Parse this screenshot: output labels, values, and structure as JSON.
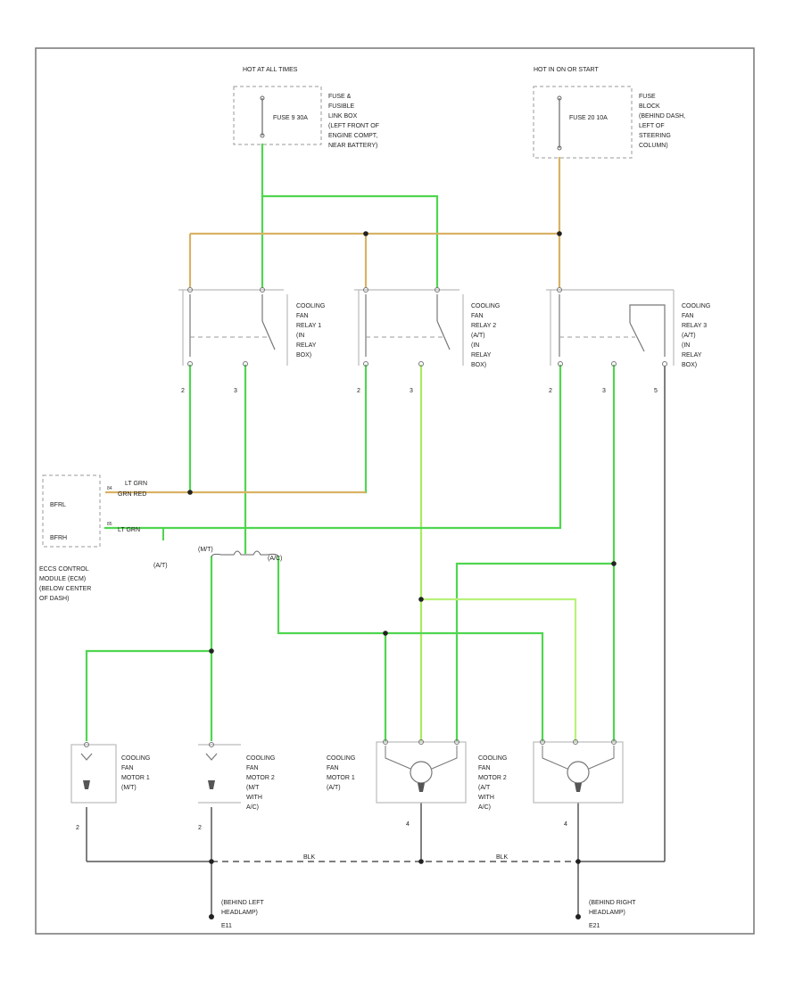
{
  "diagram": {
    "id_code": "",
    "fuse_left": {
      "hot": "HOT AT ALL TIMES",
      "fuse": "FUSE 9 30A",
      "desc": [
        "FUSE &",
        "FUSIBLE",
        "LINK BOX",
        "(LEFT FRONT OF",
        "ENGINE COMPT,",
        "NEAR BATTERY)"
      ]
    },
    "fuse_right": {
      "hot": "HOT IN ON OR START",
      "fuse": "FUSE 20 10A",
      "desc": [
        "FUSE",
        "BLOCK",
        "(BEHIND DASH,",
        "LEFT OF",
        "STEERING",
        "COLUMN)"
      ]
    },
    "relays": [
      {
        "name": [
          "COOLING",
          "FAN",
          "RELAY 1",
          "(IN",
          "RELAY",
          "BOX)"
        ]
      },
      {
        "name": [
          "COOLING",
          "FAN",
          "RELAY 2",
          "(A/T)",
          "(IN",
          "RELAY",
          "BOX)"
        ]
      },
      {
        "name": [
          "COOLING",
          "FAN",
          "RELAY 3",
          "(A/T)",
          "(IN",
          "RELAY",
          "BOX)"
        ]
      }
    ],
    "ecm": {
      "pins": [
        "BFRL",
        "BFRH"
      ],
      "desc": [
        "ECCS CONTROL",
        "MODULE (ECM)",
        "(BELOW CENTER",
        "OF DASH)"
      ]
    },
    "wire_labels": {
      "lt_grn": "LT GRN",
      "grn_red": "GRN RED",
      "lt_grn_2": "LT GRN",
      "at": "(A/T)",
      "mt": "(M/T)",
      "ac": "(A/C)",
      "blk": "BLK",
      "blk2": "BLK"
    },
    "motors": [
      {
        "name": [
          "COOLING",
          "FAN",
          "MOTOR 1",
          "(M/T)"
        ]
      },
      {
        "name": [
          "COOLING",
          "FAN",
          "MOTOR 2",
          "(M/T",
          "WITH",
          "A/C)"
        ]
      },
      {
        "name": [
          "COOLING",
          "FAN",
          "MOTOR 1",
          "(A/T)"
        ]
      },
      {
        "name": [
          "COOLING",
          "FAN",
          "MOTOR 2",
          "(A/T",
          "WITH",
          "A/C)"
        ]
      }
    ],
    "grounds": [
      {
        "desc": [
          "(BEHIND LEFT",
          "HEADLAMP)"
        ],
        "id": "E11"
      },
      {
        "desc": [
          "(BEHIND RIGHT",
          "HEADLAMP)"
        ],
        "id": "E21"
      }
    ],
    "colors": {
      "green": "#4fd64f",
      "light_green": "#b8f27a",
      "tan": "#d9b265",
      "frame": "#777777"
    }
  }
}
